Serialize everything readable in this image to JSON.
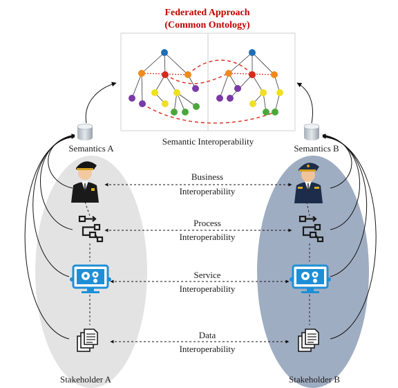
{
  "title": {
    "line1": "Federated Approach",
    "line2": "(Common Ontology)"
  },
  "ontology_panel": {
    "caption": "Semantic Interoperability"
  },
  "semantics": {
    "a": "Semantics A",
    "b": "Semantics B"
  },
  "stakeholders": {
    "a": "Stakeholder A",
    "b": "Stakeholder B"
  },
  "layers": [
    {
      "line1": "Business",
      "line2": "Interoperability",
      "icon": "officer-icon"
    },
    {
      "line1": "Process",
      "line2": "Interoperability",
      "icon": "process-flow-icon"
    },
    {
      "line1": "Service",
      "line2": "Interoperability",
      "icon": "monitor-gears-icon"
    },
    {
      "line1": "Data",
      "line2": "Interoperability",
      "icon": "documents-icon"
    }
  ],
  "colors": {
    "title": "#c00000",
    "ellipse_a": "#e3e3e3",
    "ellipse_b": "#9fadc2",
    "node_blue": "#1f6fb5",
    "node_orange": "#f08a1c",
    "node_red": "#d62a1a",
    "node_yellow": "#f0e020",
    "node_purple": "#7a3aa8",
    "node_green": "#4aa83a",
    "icon_dark": "#1a1a1a",
    "icon_blue": "#1e8fd6"
  }
}
